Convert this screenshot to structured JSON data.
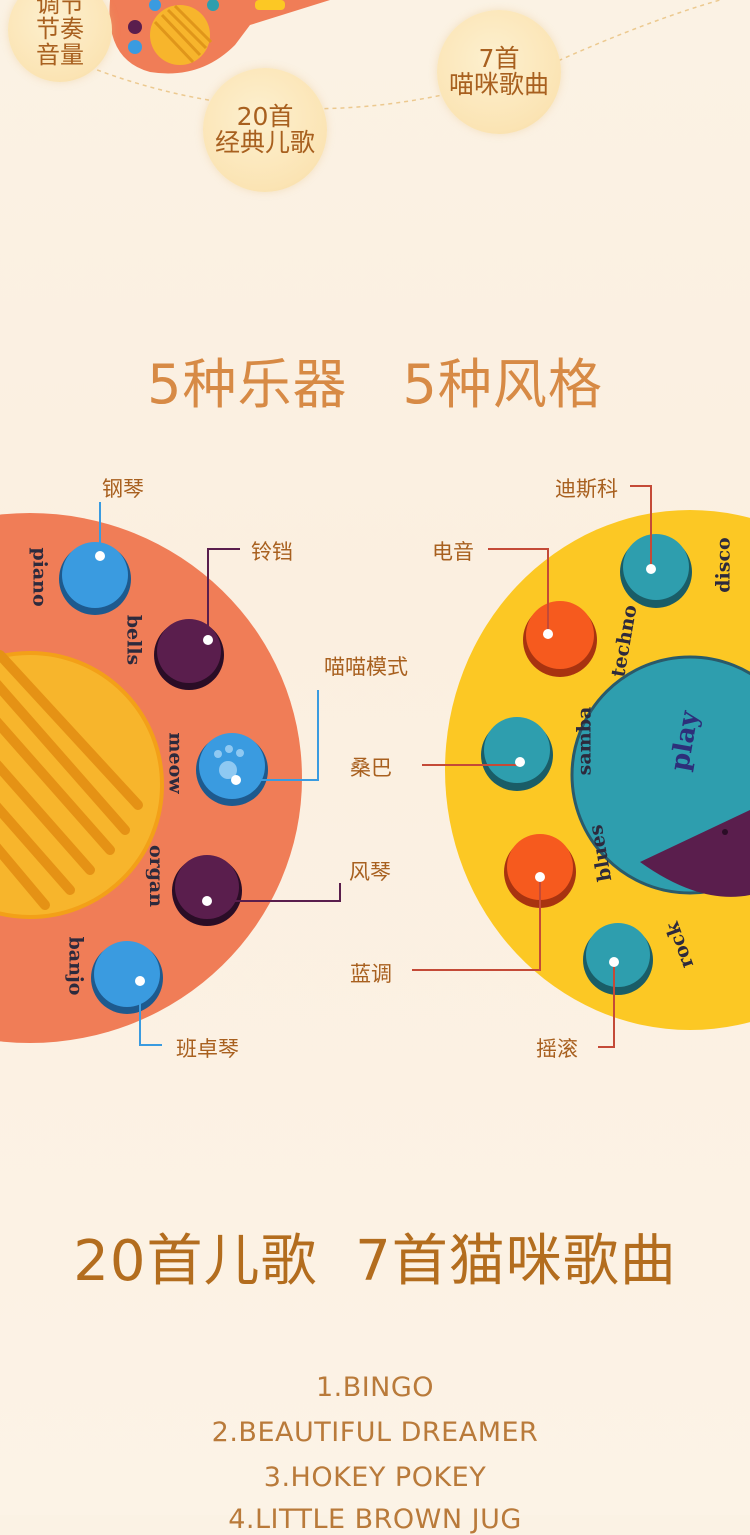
{
  "top": {
    "bubble_left": [
      "调节",
      "节奏",
      "音量"
    ],
    "bubble_mid": [
      "20首",
      "经典儿歌"
    ],
    "bubble_right": [
      "7首",
      "喵咪歌曲"
    ]
  },
  "section1": {
    "title": "5种乐器　5种风格"
  },
  "instruments": {
    "piano_label": "钢琴",
    "bells_label": "铃铛",
    "meow_label": "喵喵模式",
    "organ_label": "风琴",
    "banjo_label": "班卓琴",
    "btn_piano": "piano",
    "btn_bells": "bells",
    "btn_meow": "meow",
    "btn_organ": "organ",
    "btn_banjo": "banjo"
  },
  "styles": {
    "disco_label": "迪斯科",
    "techno_label": "电音",
    "samba_label": "桑巴",
    "blues_label": "蓝调",
    "rock_label": "摇滚",
    "btn_disco": "disco",
    "btn_techno": "techno",
    "btn_samba": "samba",
    "btn_blues": "blues",
    "btn_rock": "rock",
    "btn_play": "play"
  },
  "section2": {
    "title": "20首儿歌  7首猫咪歌曲"
  },
  "songs": [
    "1.BINGO",
    "2.BEAUTIFUL DREAMER",
    "3.HOKEY POKEY",
    "4.LITTLE BROWN JUG"
  ],
  "colors": {
    "orange_body": "#f07d57",
    "yellow_body": "#fcc824",
    "blue_button": "#3a9be0",
    "purple_button": "#5a1e4d",
    "teal_button": "#2e9eae",
    "orange_button": "#f65a1e"
  }
}
